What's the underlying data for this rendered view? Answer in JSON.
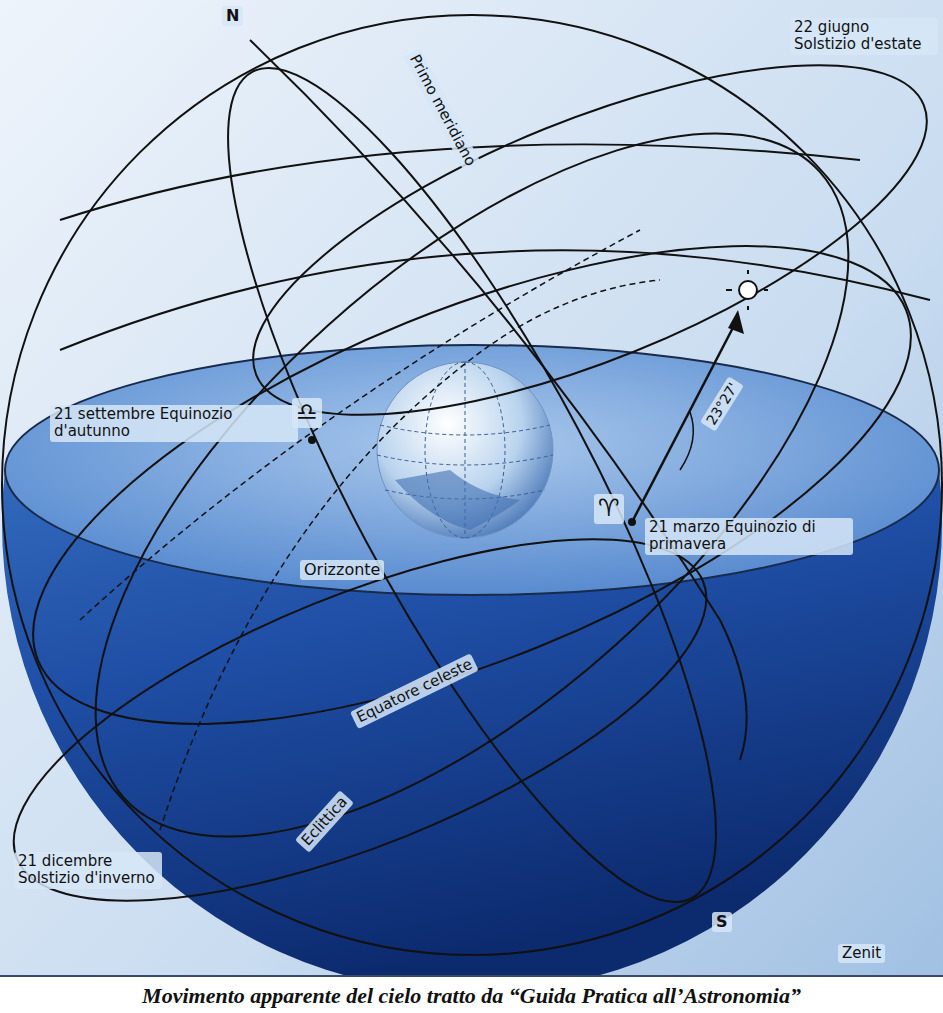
{
  "diagram": {
    "caption": "Movimento apparente del cielo tratto da “Guida Pratica all’Astronomia”",
    "labels": [
      "N",
      "Primo meridiano",
      "22 giugno Solstizio d'estate",
      "21 settembre Equinozio d'autunno",
      "♎",
      "23°27'",
      "♈",
      "21 marzo Equinozio di primavera",
      "Orizzonte",
      "Equatore celeste",
      "Eclittica",
      "21 dicembre Solstizio d'inverno",
      "S",
      "Zenit"
    ]
  }
}
